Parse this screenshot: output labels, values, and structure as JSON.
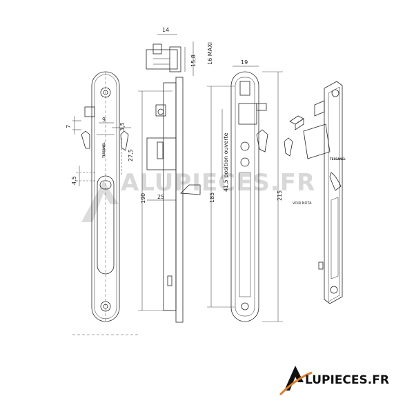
{
  "drawing": {
    "front_view": {
      "dims": {
        "d7": "7",
        "d9": "9",
        "d3_5": "3,5",
        "d27_5": "27,5",
        "d4_5": "4,5"
      },
      "brand": "TESSANEL"
    },
    "side_view": {
      "dims": {
        "d14": "14",
        "d15_8": "15,8",
        "d16_maxi": "16 MAXI",
        "d190": "190",
        "d25": "25"
      }
    },
    "rear_view": {
      "dims": {
        "d19": "19",
        "d185": "185",
        "d41_5": "41,5 position ouverte",
        "d215": "215"
      }
    },
    "exploded_view": {
      "note": "VOIR NOTA",
      "brand": "TESSANEL"
    }
  },
  "watermark": {
    "text": "ALUPIECES.FR"
  },
  "logo": {
    "text": "LUPIECES.FR",
    "brand_color": "#e07b1f"
  }
}
